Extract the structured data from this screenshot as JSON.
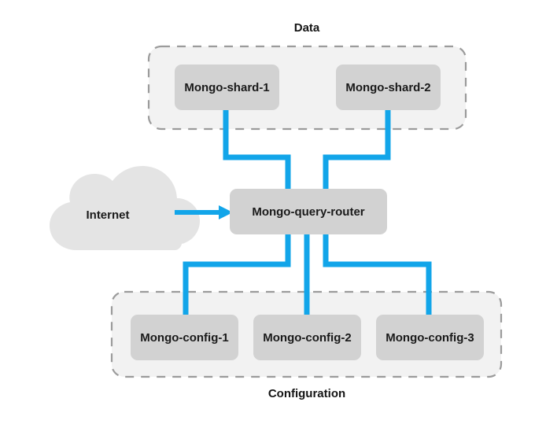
{
  "diagram": {
    "title_data": "Data",
    "title_configuration": "Configuration",
    "colors": {
      "link": "#12A5E9",
      "node_fill": "#D2D2D2",
      "group_fill": "#F2F2F2",
      "group_border": "#9B9B9B",
      "cloud_fill": "#E4E4E4",
      "background": "#FFFFFF",
      "text": "#1A1A1A"
    },
    "groups": [
      {
        "name": "data-group",
        "label": "Data",
        "label_position": "top",
        "nodes": [
          "Mongo-shard-1",
          "Mongo-shard-2"
        ]
      },
      {
        "name": "configuration-group",
        "label": "Configuration",
        "label_position": "bottom",
        "nodes": [
          "Mongo-config-1",
          "Mongo-config-2",
          "Mongo-config-3"
        ]
      }
    ],
    "nodes": {
      "shard1": "Mongo-shard-1",
      "shard2": "Mongo-shard-2",
      "router": "Mongo-query-router",
      "config1": "Mongo-config-1",
      "config2": "Mongo-config-2",
      "config3": "Mongo-config-3",
      "internet": "Internet"
    },
    "connections": [
      {
        "from": "Mongo-shard-1",
        "to": "Mongo-query-router",
        "style": "elbow"
      },
      {
        "from": "Mongo-shard-2",
        "to": "Mongo-query-router",
        "style": "elbow"
      },
      {
        "from": "Mongo-query-router",
        "to": "Mongo-config-1",
        "style": "elbow"
      },
      {
        "from": "Mongo-query-router",
        "to": "Mongo-config-2",
        "style": "straight"
      },
      {
        "from": "Mongo-query-router",
        "to": "Mongo-config-3",
        "style": "elbow"
      },
      {
        "from": "Internet",
        "to": "Mongo-query-router",
        "style": "arrow"
      }
    ]
  }
}
